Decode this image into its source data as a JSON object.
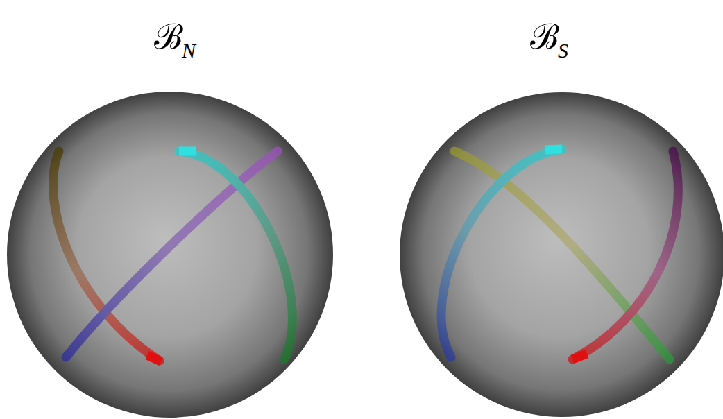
{
  "diagram": {
    "labels": [
      "ℬ",
      "N",
      "ℬ",
      "S"
    ]
  }
}
